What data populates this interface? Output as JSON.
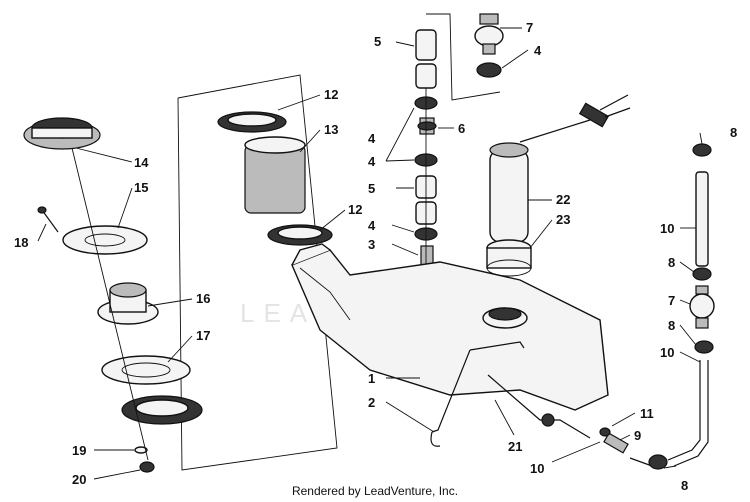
{
  "callouts": {
    "c1": "1",
    "c2": "2",
    "c3": "3",
    "c4a": "4",
    "c4b": "4",
    "c4c": "4",
    "c4d": "4",
    "c5a": "5",
    "c5b": "5",
    "c6": "6",
    "c7a": "7",
    "c7b": "7",
    "c8a": "8",
    "c8b": "8",
    "c8c": "8",
    "c8d": "8",
    "c9": "9",
    "c10a": "10",
    "c10b": "10",
    "c10c": "10",
    "c11": "11",
    "c12a": "12",
    "c12b": "12",
    "c13": "13",
    "c14": "14",
    "c15": "15",
    "c16": "16",
    "c17": "17",
    "c18": "18",
    "c19": "19",
    "c20": "20",
    "c21": "21",
    "c22": "22",
    "c23": "23"
  },
  "watermark": "LEADVENTURE",
  "footer": "Rendered by LeadVenture, Inc."
}
